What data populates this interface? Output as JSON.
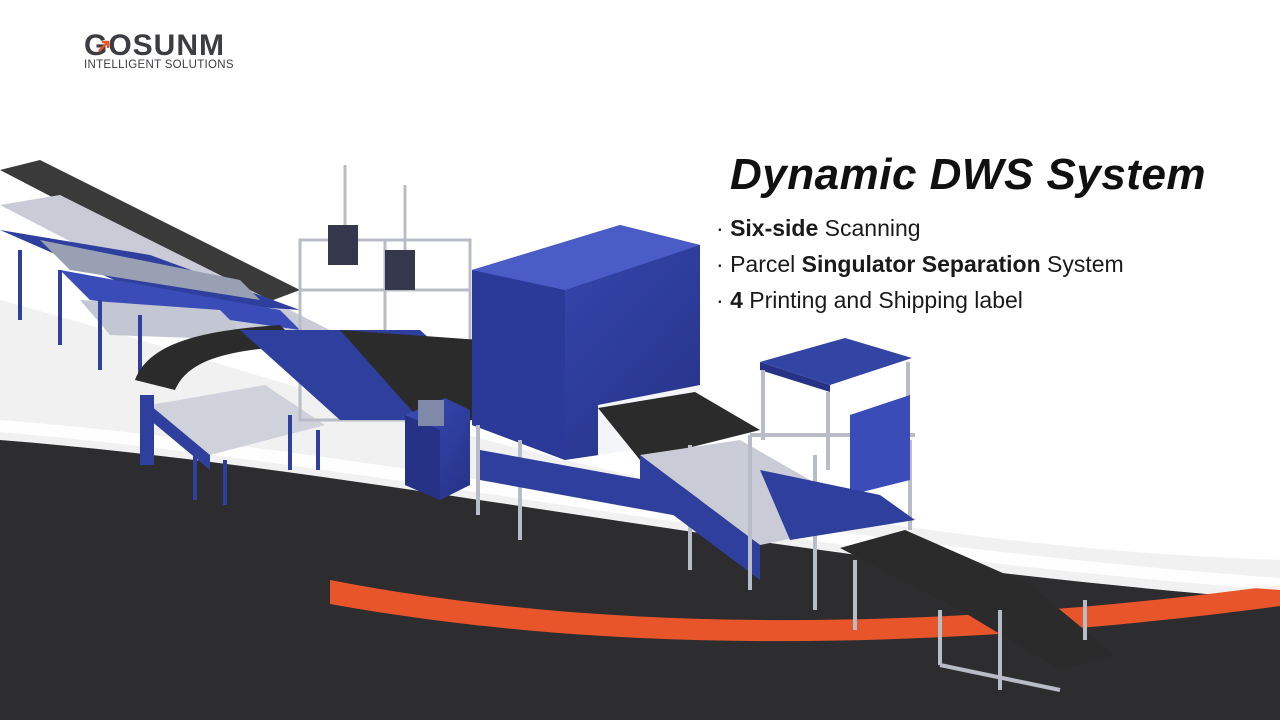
{
  "brand": {
    "name": "GOSUNM",
    "tagline": "INTELLIGENT SOLUTIONS",
    "accent_color": "#e8552b",
    "text_color": "#3b3d42"
  },
  "headline": "Dynamic DWS System",
  "features": [
    {
      "bullet": "· ",
      "bold": "Six-side",
      "rest": " Scanning"
    },
    {
      "bullet": "· ",
      "pre": "Parcel ",
      "bold": "Singulator Separation",
      "rest": " System"
    },
    {
      "bullet": "· ",
      "bold": "4",
      "rest": " Printing and Shipping label"
    }
  ],
  "colors": {
    "machine_blue": "#2f3f9e",
    "band_dark": "#2d2d2f",
    "band_orange": "#e8552b",
    "belt_dark": "#2b2b2b"
  },
  "illustration": "conveyor-dws-machine"
}
